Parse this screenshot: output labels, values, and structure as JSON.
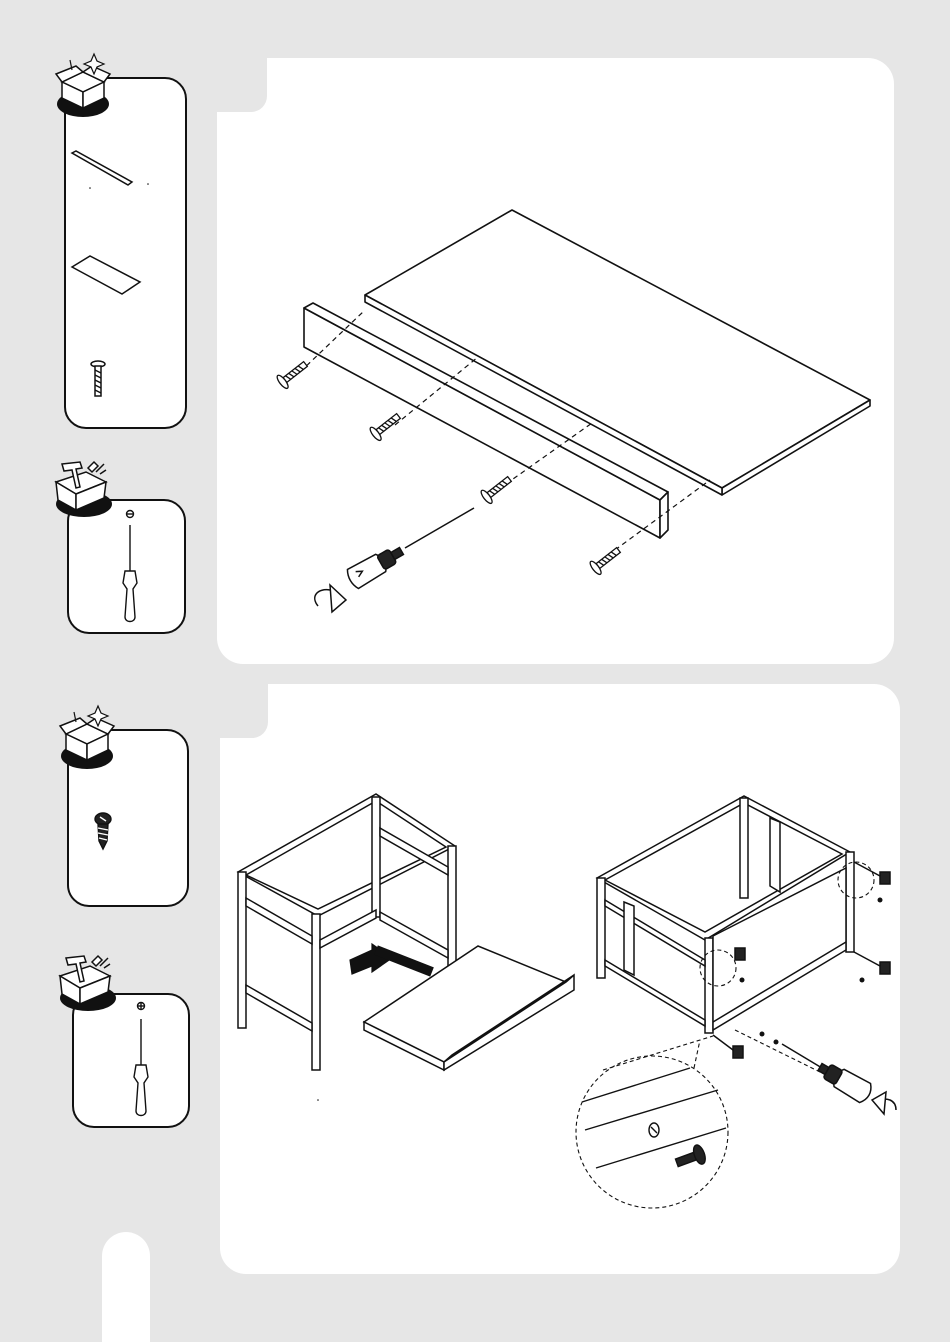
{
  "document": {
    "page_number": "",
    "steps": [
      {
        "parts_badge_icon": "open-box-icon",
        "tools_badge_icon": "toolbox-icon",
        "parts": [
          "narrow-rail-panel",
          "flat-board-panel",
          "long-wood-screw"
        ],
        "tools": [
          "phillips-screwdriver"
        ],
        "illustration": "attach-front-rail-to-board-with-screws"
      },
      {
        "parts_badge_icon": "open-box-icon",
        "tools_badge_icon": "toolbox-icon",
        "parts": [
          "short-wafer-head-screw"
        ],
        "tools": [
          "phillips-screwdriver"
        ],
        "illustration": "slide-shelf-into-frame-and-fasten"
      }
    ],
    "colors": {
      "background": "#e6e6e6",
      "panel": "#ffffff",
      "ink": "#111111"
    }
  }
}
